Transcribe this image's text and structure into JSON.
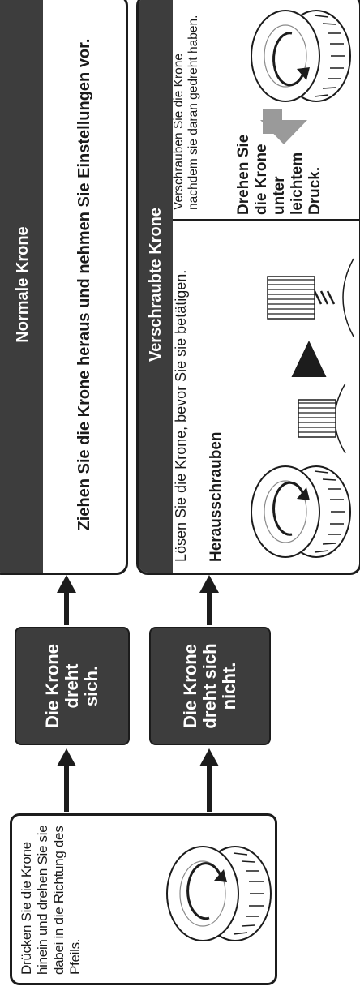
{
  "start": {
    "text": "Drücken Sie die Krone hinein und drehen Sie sie dabei in die Richtung des Pfeils."
  },
  "states": {
    "turns": "Die Krone dreht sich.",
    "not_turns": "Die Krone dreht sich nicht."
  },
  "normal": {
    "header": "Normale Krone",
    "instruction": "Ziehen Sie die Krone heraus und nehmen Sie Einstellungen vor."
  },
  "screw": {
    "header": "Verschraubte Krone",
    "loosen_text": "Lösen Sie die Krone, bevor Sie sie betätigen.",
    "loosen_label": "Herausschrauben",
    "screw_text": "Verschrauben Sie die Krone nachdem sie daran gedreht haben.",
    "screw_label": "Drehen Sie die Krone unter leichtem Druck."
  }
}
